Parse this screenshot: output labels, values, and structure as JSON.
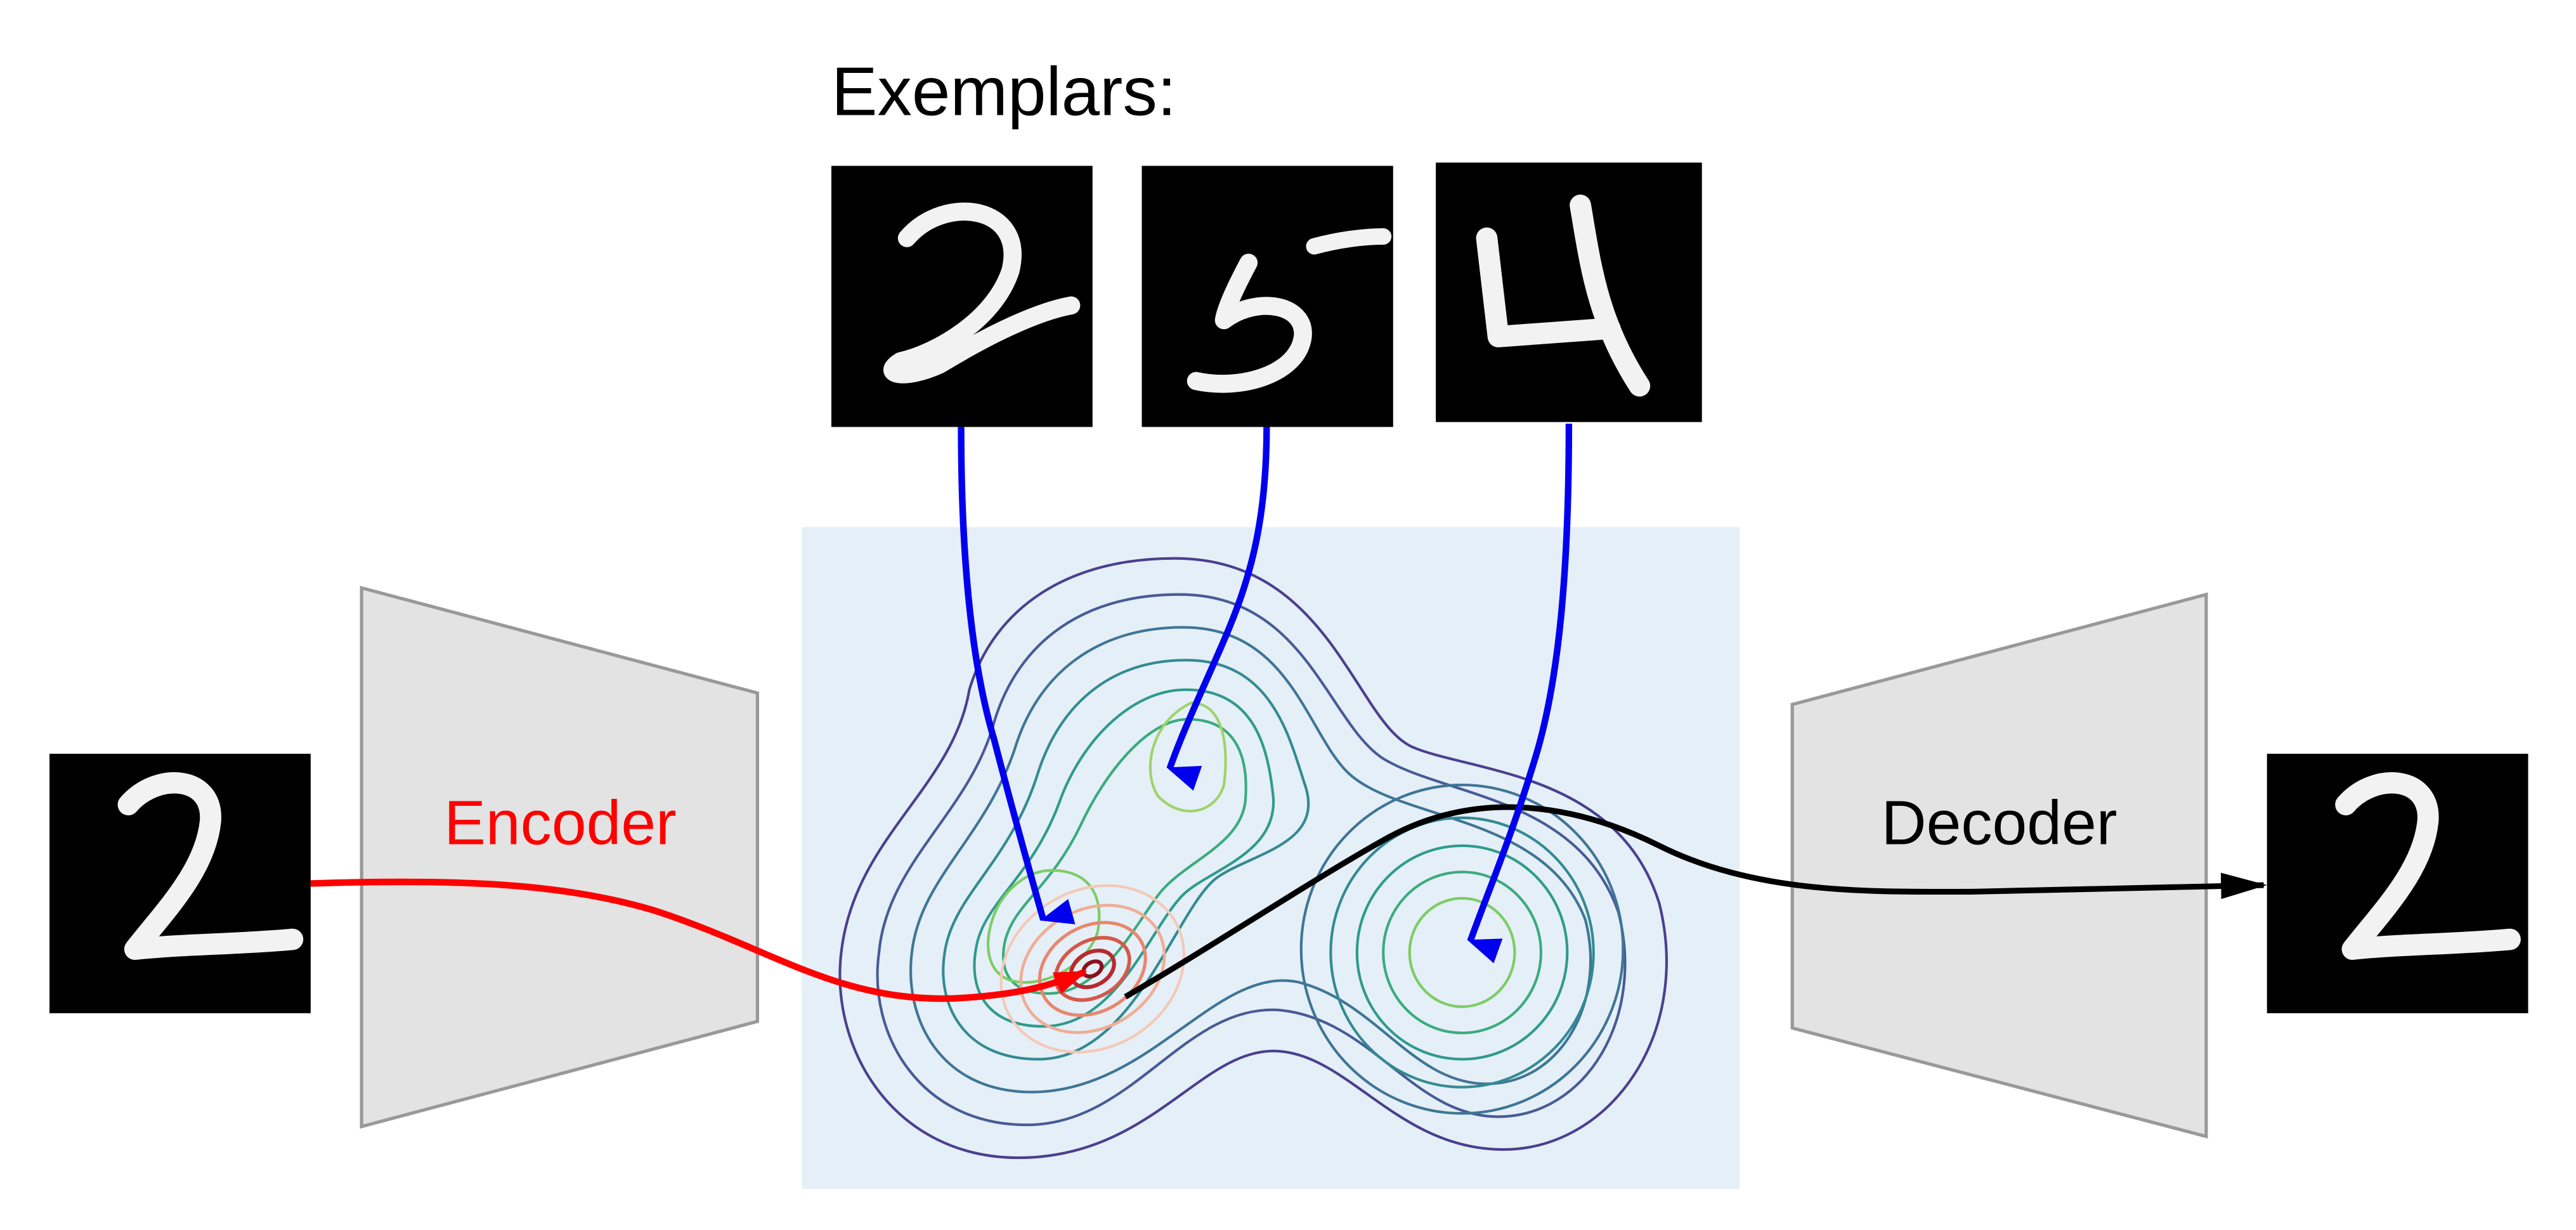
{
  "exemplars": {
    "heading": "Exemplars:",
    "items": [
      {
        "digit": "2"
      },
      {
        "digit": "5"
      },
      {
        "digit": "4"
      }
    ]
  },
  "input_digit": "2",
  "output_digit": "2",
  "encoder": {
    "label": "Encoder",
    "color": "#ff0000"
  },
  "decoder": {
    "label": "Decoder",
    "color": "#000000"
  },
  "colors": {
    "latent_background": "#e5eff7",
    "exemplar_arrow": "#0000ee",
    "block_fill": "#e3e3e3",
    "block_stroke": "#999999",
    "contour_outer": "#4b3f8f",
    "contour_inner": "#b5de55"
  }
}
